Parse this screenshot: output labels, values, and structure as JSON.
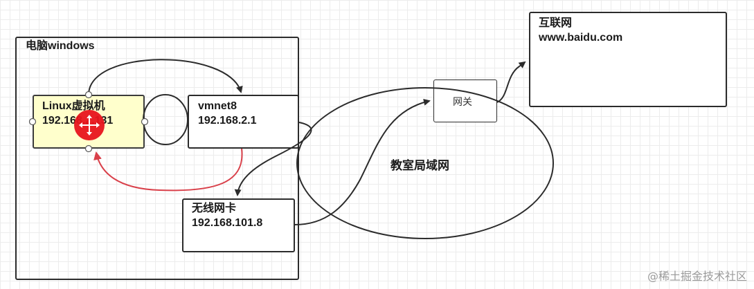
{
  "diagram": {
    "windows_label": "电脑windows",
    "linux_vm": {
      "name": "Linux虚拟机",
      "ip": "192.168.2.131"
    },
    "vmnet8": {
      "name": "vmnet8",
      "ip": "192.168.2.1"
    },
    "wifi_card": {
      "name": "无线网卡",
      "ip": "192.168.101.8"
    },
    "gateway": "网关",
    "lan": "教室局域网",
    "internet": {
      "name": "互联网",
      "url": "www.baidu.com"
    }
  },
  "colors": {
    "frame": "#2b2b2b",
    "vm_fill": "#ffffcc",
    "red_arrow": "#d9404a",
    "cursor_red": "#e8141c"
  },
  "watermark": "@稀土掘金技术社区"
}
